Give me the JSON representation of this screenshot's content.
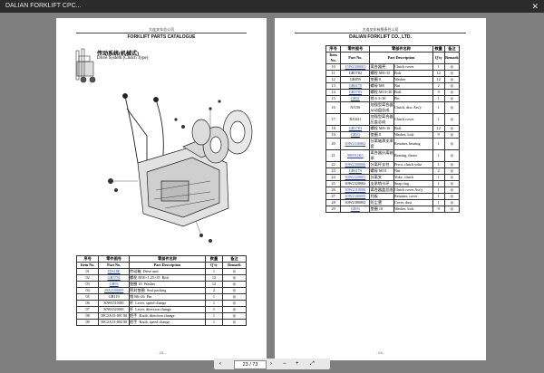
{
  "viewer": {
    "title": "DALIAN FORKLIFT CPC...",
    "close": "✕",
    "current_page": "23",
    "total": "/ 73"
  },
  "left_page": {
    "header_cn": "大连叉车总公司",
    "header_en": "FORKLIFT PARTS CATALOGUE",
    "system_cn": "传动系统(机械式)",
    "system_en": "Drive System (Clutch Type)",
    "page_number": "- 23 -",
    "columns": [
      "序号",
      "零件图号",
      "零部件名称",
      "数量",
      "备注"
    ],
    "columns_en": [
      "Item No.",
      "Part No.",
      "Part Description",
      "Q'ty",
      "Remark"
    ],
    "rows": [
      {
        "no": "01",
        "part": "JDS18E",
        "cn": "传动箱",
        "en": "Drive unit",
        "qty": "1",
        "rem": "◎",
        "link": true
      },
      {
        "no": "02",
        "part": "GB5781",
        "cn": "螺栓 M10×1.25×35",
        "en": "Bolt",
        "qty": "12",
        "rem": "◎",
        "link": true
      },
      {
        "no": "03",
        "part": "GB93",
        "cn": "垫圈 10",
        "en": "Washer",
        "qty": "12",
        "rem": "◎",
        "link": true
      },
      {
        "no": "04",
        "part": "20Z2100009",
        "cn": "密封垫圈",
        "en": "Seal packing",
        "qty": "2",
        "rem": "◎",
        "link": true
      },
      {
        "no": "05",
        "part": "GB119",
        "cn": "销 B6×26",
        "en": "Pin",
        "qty": "1",
        "rem": "◎",
        "link": false
      },
      {
        "no": "06",
        "part": "30W6510001",
        "cn": "杆",
        "en": "Lever, speed change",
        "qty": "1",
        "rem": "◎",
        "link": false
      },
      {
        "no": "07",
        "part": "30W6520001",
        "cn": "杆",
        "en": "Lever, direction change",
        "qty": "1",
        "rem": "◎",
        "link": false
      },
      {
        "no": "08",
        "part": "30C2A13-001 00",
        "cn": "把手",
        "en": "Knob, direction change",
        "qty": "1",
        "rem": "◎",
        "link": false
      },
      {
        "no": "09",
        "part": "30C2A13-002 00",
        "cn": "把手",
        "en": "Knob, speed change",
        "qty": "1",
        "rem": "◎",
        "link": false
      }
    ]
  },
  "right_page": {
    "header_cn": "大连叉车有限责任公司",
    "header_en": "DALIAN FORKLIFT CO., LTD.",
    "page_number": "- 24 -",
    "columns": [
      "序号",
      "零件图号",
      "零部件名称",
      "数量",
      "备注"
    ],
    "columns_en": [
      "Item No.",
      "Part No.",
      "Part Description",
      "Q'ty",
      "Remark"
    ],
    "rows": [
      {
        "no": "10",
        "part": "15W2300001",
        "cn": "离合器壳",
        "en": "Clutch cover",
        "qty": "1",
        "rem": "◎",
        "link": true
      },
      {
        "no": "11",
        "part": "GB5782",
        "cn": "螺栓 M8×35",
        "en": "Bolt",
        "qty": "12",
        "rem": "◎",
        "link": false
      },
      {
        "no": "12",
        "part": "GB859",
        "cn": "垫圈 8",
        "en": "Washer",
        "qty": "12",
        "rem": "◎",
        "link": false
      },
      {
        "no": "13",
        "part": "GB6170",
        "cn": "螺母 M8",
        "en": "Nut",
        "qty": "2",
        "rem": "◎",
        "link": true
      },
      {
        "no": "14",
        "part": "GB5783",
        "cn": "螺栓 M10×30",
        "en": "Bolt",
        "qty": "9",
        "rem": "◎",
        "link": true
      },
      {
        "no": "15",
        "part": "GB91",
        "cn": "销 6.3×30",
        "en": "Pin",
        "qty": "1",
        "rem": "◎",
        "link": true
      },
      {
        "no": "16",
        "part": "NJ150",
        "cn": "加强型离合器从动盘总成",
        "en": "Clutch, disc Ass'y",
        "qty": "1",
        "rem": "◎",
        "link": false
      },
      {
        "no": "17",
        "part": "BJ1041",
        "cn": "加强型离合器压盖总成",
        "en": "Clutch cover",
        "qty": "1",
        "rem": "◎",
        "link": false
      },
      {
        "no": "18",
        "part": "GB5783",
        "cn": "螺栓 M8×16",
        "en": "Bolt",
        "qty": "12",
        "rem": "◎",
        "link": true
      },
      {
        "no": "19",
        "part": "GB93",
        "cn": "垫圈 8",
        "en": "Washer, lock",
        "qty": "9",
        "rem": "◎",
        "link": true
      },
      {
        "no": "20",
        "part": "30W2330002",
        "cn": "分离轴承支承套",
        "en": "Retainer, bearing",
        "qty": "1",
        "rem": "◎",
        "link": true
      },
      {
        "no": "21",
        "part": "986911K3",
        "cn": "离合器分离轴承",
        "en": "Bearing, thrust",
        "qty": "1",
        "rem": "◎",
        "link": true
      },
      {
        "no": "22",
        "part": "30W2300006",
        "cn": "分离杆支柱",
        "en": "Pivot, clutch yoke",
        "qty": "1",
        "rem": "◎",
        "link": true
      },
      {
        "no": "23",
        "part": "GB6170",
        "cn": "螺母 M10",
        "en": "Nut",
        "qty": "2",
        "rem": "◎",
        "link": true
      },
      {
        "no": "24",
        "part": "30W2320001",
        "cn": "分离叉",
        "en": "Yoke, clutch",
        "qty": "1",
        "rem": "◎",
        "link": true
      },
      {
        "no": "25",
        "part": "30W2320002",
        "cn": "支承销卡环",
        "en": "Snap ring",
        "qty": "1",
        "rem": "◎",
        "link": false
      },
      {
        "no": "26",
        "part": "30W2310000",
        "cn": "离合器盖总成",
        "en": "Clutch cover Ass'y",
        "qty": "1",
        "rem": "◎",
        "link": true
      },
      {
        "no": "27",
        "part": "30W2300005",
        "cn": "托板",
        "en": "Retainer, cover",
        "qty": "1",
        "rem": "◎",
        "link": true
      },
      {
        "no": "28",
        "part": "30W2380002",
        "cn": "防尘罩",
        "en": "Cover, dust",
        "qty": "1",
        "rem": "◎",
        "link": false
      },
      {
        "no": "29",
        "part": "GB93",
        "cn": "垫圈 10",
        "en": "Washer, lock",
        "qty": "9",
        "rem": "◎",
        "link": true
      }
    ]
  }
}
